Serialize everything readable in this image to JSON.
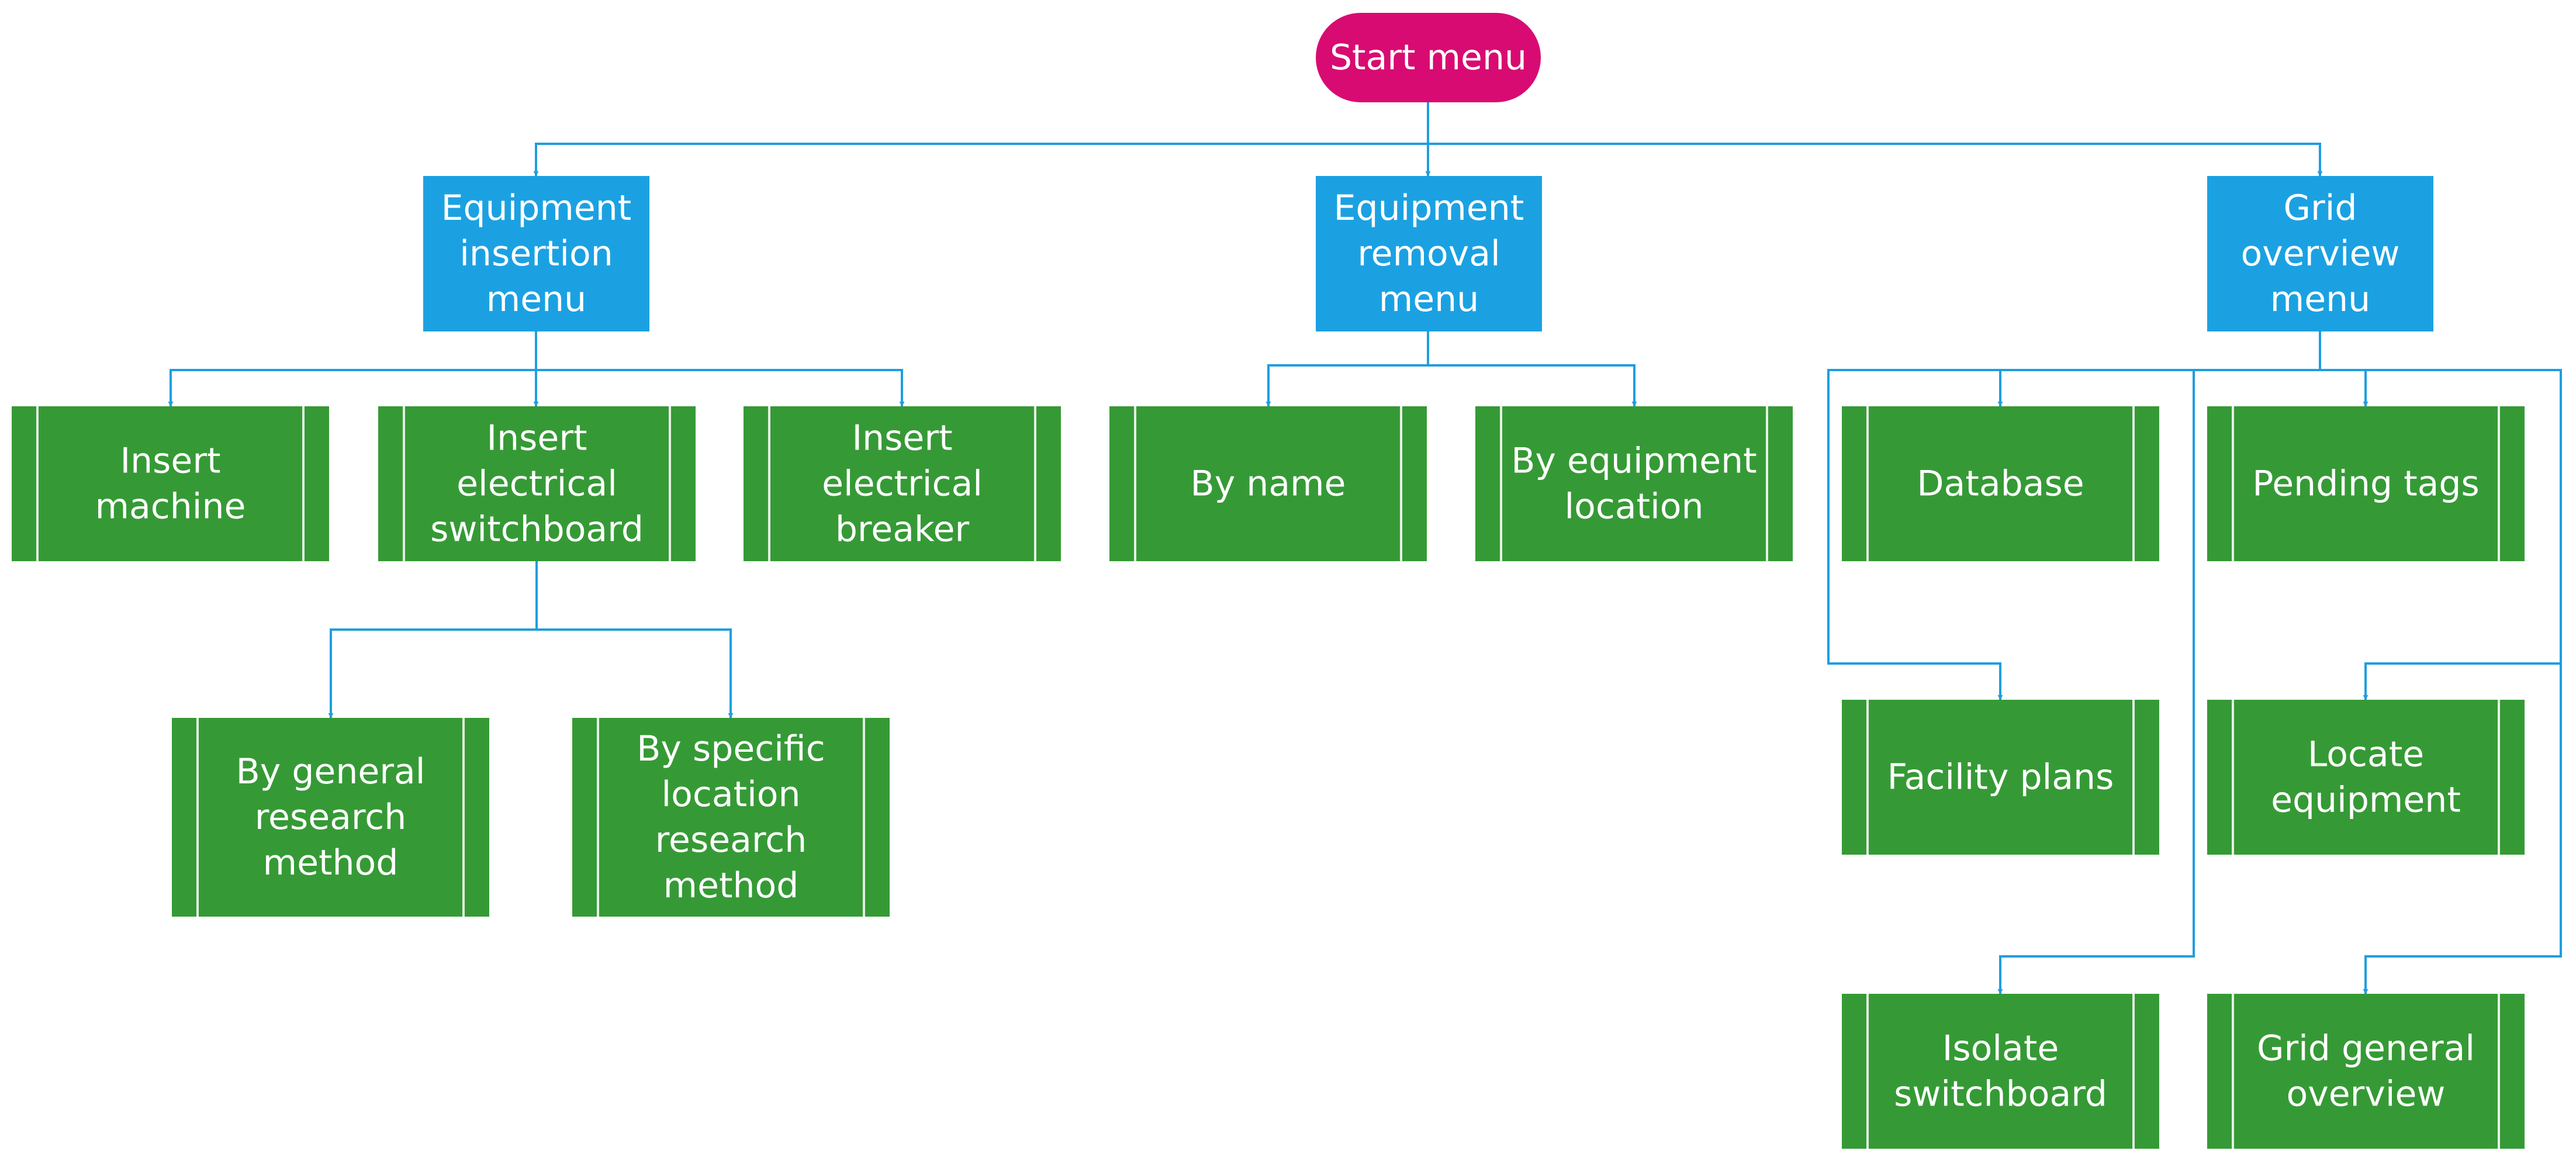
{
  "colors": {
    "start": "#d80b72",
    "menu": "#1ba1e2",
    "leaf": "#359a35",
    "leaf_border": "#e6f1e6",
    "connector": "#1f9ee0",
    "text": "#ffffff"
  },
  "nodes": {
    "start": {
      "label": "Start menu"
    },
    "insertion_menu": {
      "lines": [
        "Equipment",
        "insertion",
        "menu"
      ]
    },
    "removal_menu": {
      "lines": [
        "Equipment",
        "removal",
        "menu"
      ]
    },
    "grid_menu": {
      "lines": [
        "Grid",
        "overview",
        "menu"
      ]
    },
    "insert_machine": {
      "lines": [
        "Insert",
        "machine"
      ]
    },
    "insert_switchboard": {
      "lines": [
        "Insert",
        "electrical",
        "switchboard"
      ]
    },
    "insert_breaker": {
      "lines": [
        "Insert",
        "electrical",
        "breaker"
      ]
    },
    "by_name": {
      "lines": [
        "By name"
      ]
    },
    "by_location": {
      "lines": [
        "By equipment",
        "location"
      ]
    },
    "database": {
      "lines": [
        "Database"
      ]
    },
    "pending_tags": {
      "lines": [
        "Pending tags"
      ]
    },
    "general_research": {
      "lines": [
        "By general",
        "research",
        "method"
      ]
    },
    "specific_research": {
      "lines": [
        "By specific",
        "location",
        "research",
        "method"
      ]
    },
    "facility_plans": {
      "lines": [
        "Facility plans"
      ]
    },
    "locate_equipment": {
      "lines": [
        "Locate",
        "equipment"
      ]
    },
    "isolate_switchboard": {
      "lines": [
        "Isolate",
        "switchboard"
      ]
    },
    "grid_general_overview": {
      "lines": [
        "Grid general",
        "overview"
      ]
    }
  }
}
